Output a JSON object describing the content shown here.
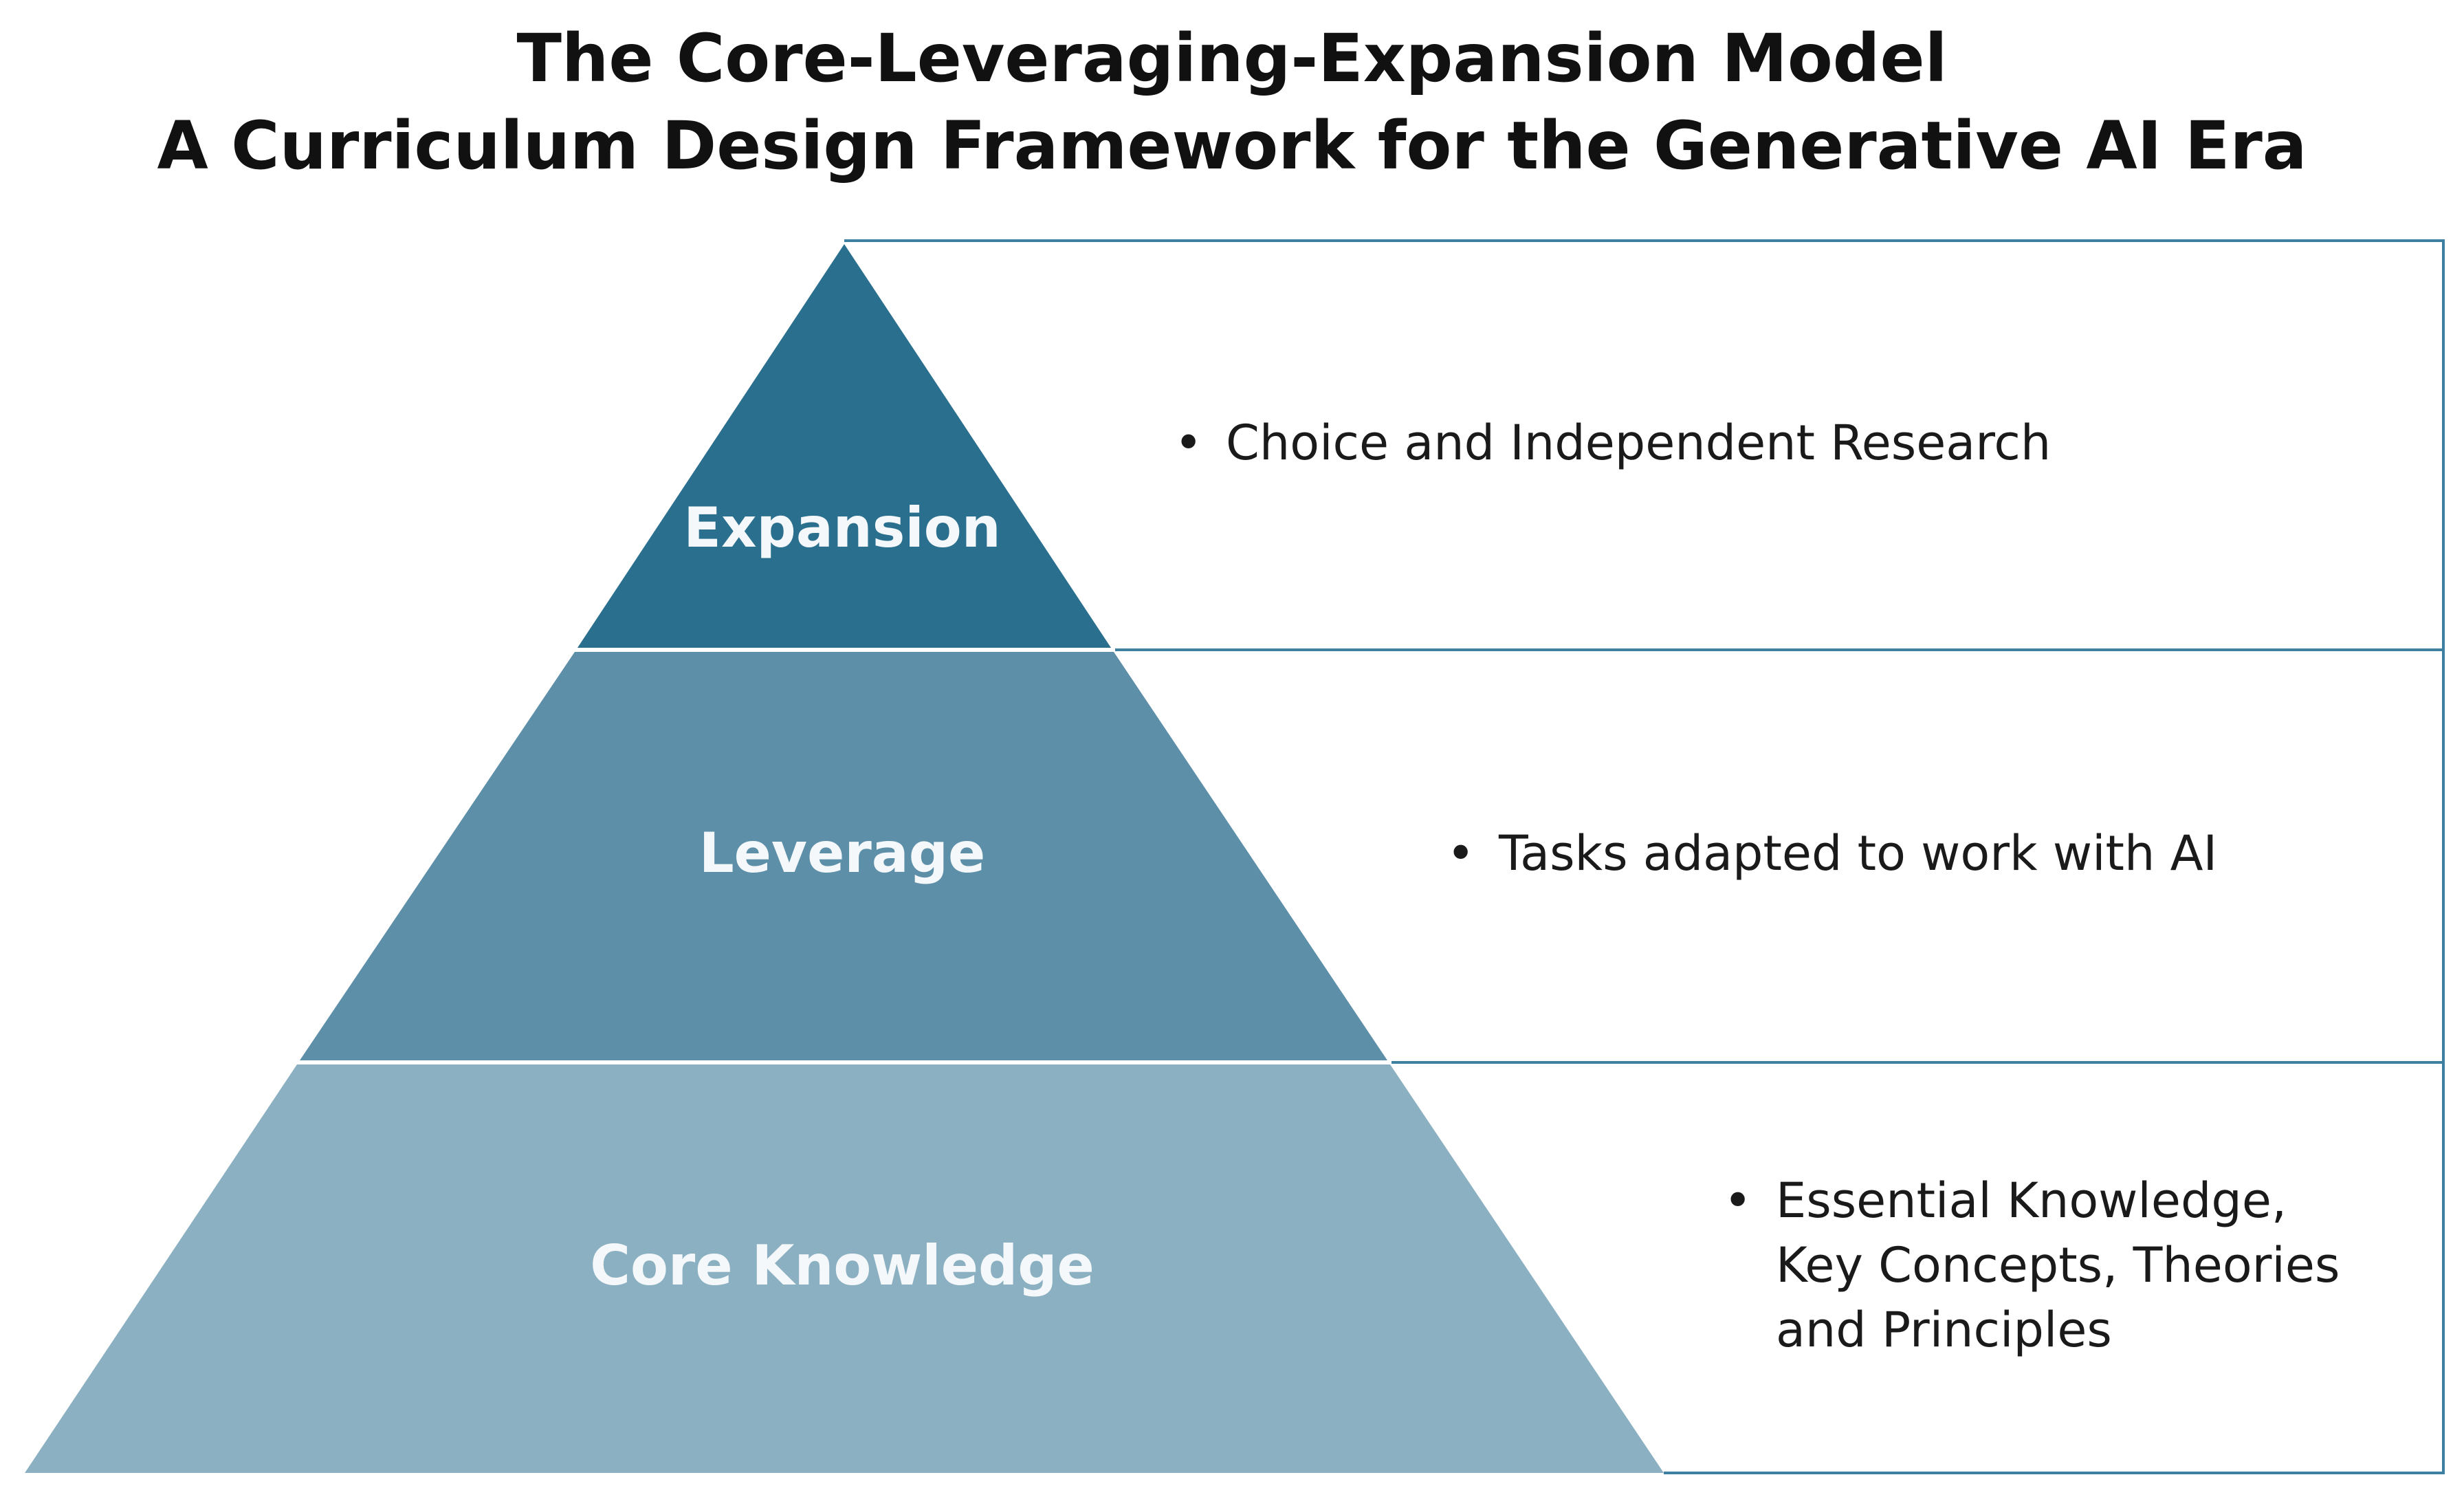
{
  "title": {
    "line1": "The Core-Leveraging-Expansion Model",
    "line2": "A Curriculum Design Framework for the Generative AI Era"
  },
  "tiers": [
    {
      "id": "expansion",
      "label": "Expansion",
      "color": "#2a6f8e",
      "bullet": "•",
      "description": [
        "Choice and Independent Research"
      ]
    },
    {
      "id": "leverage",
      "label": "Leverage",
      "color": "#5e8fa8",
      "bullet": "•",
      "description": [
        "Tasks adapted to work with AI"
      ]
    },
    {
      "id": "core-knowledge",
      "label": "Core Knowledge",
      "color": "#8bb0c1",
      "bullet": "•",
      "description": [
        "Essential Knowledge,",
        "Key Concepts, Theories",
        "and Principles"
      ]
    }
  ],
  "colors": {
    "box_border": "#3f7fa0",
    "title": "#111111",
    "tier_label": "#f4f8fa",
    "description": "#1a1a1a"
  }
}
